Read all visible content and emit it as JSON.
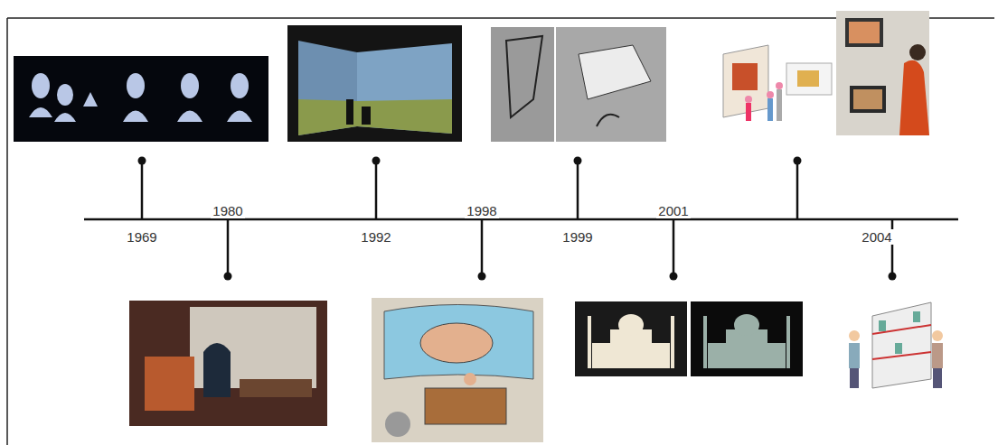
{
  "diagram": {
    "labels": [
      "1969",
      "1980",
      "1992",
      "1998",
      "1999",
      "2001",
      "2004"
    ]
  }
}
